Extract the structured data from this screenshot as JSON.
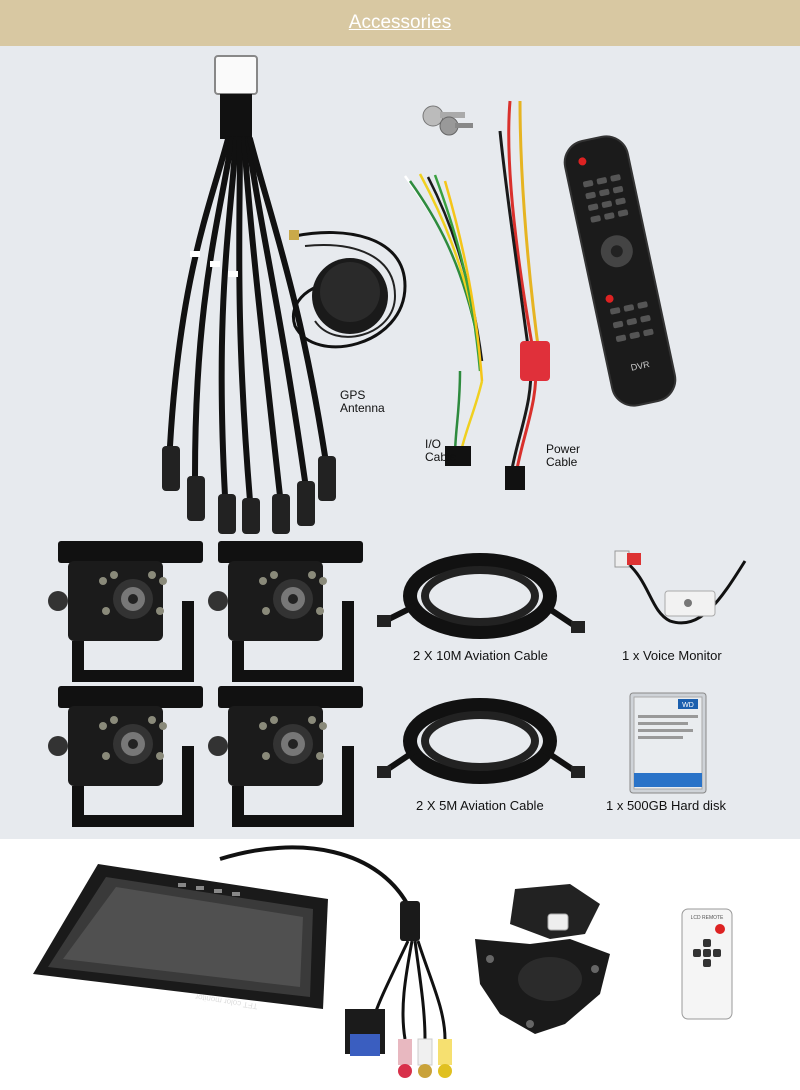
{
  "header": {
    "title": "Accessories"
  },
  "labels": {
    "gps": [
      "GPS",
      "Antenna"
    ],
    "io": [
      "I/O",
      "Cable"
    ],
    "power": [
      "Power",
      "Cable"
    ]
  },
  "captions": {
    "aviation10": "2 X 10M Aviation Cable",
    "voice": "1 x Voice Monitor",
    "aviation5": "2 X 5M Aviation Cable",
    "hdd": "1 x 500GB Hard disk"
  },
  "product_text": {
    "remote_brand": "DVR",
    "monitor_text": "TFT color monitor",
    "hdd_brand": "WD",
    "small_remote": "LCD REMOTE"
  }
}
